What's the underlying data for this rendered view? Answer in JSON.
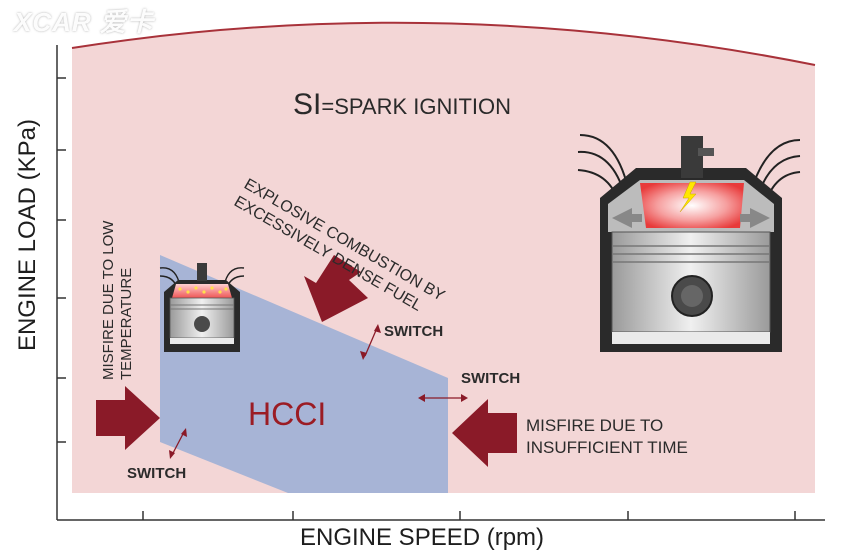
{
  "watermark": "XCAR 爱卡",
  "axes": {
    "y_label": "ENGINE LOAD (KPa)",
    "x_label": "ENGINE SPEED (rpm)"
  },
  "regions": {
    "si_prefix": "SI",
    "si_rest": "=SPARK IGNITION",
    "hcci": "HCCI"
  },
  "annotations": {
    "explosive": "EXPLOSIVE COMBUSTION BY EXCESSIVELY DENSE FUEL",
    "misfire_low_temp": "MISFIRE DUE TO LOW TEMPERATURE",
    "misfire_time": "MISFIRE DUE TO INSUFFICIENT TIME",
    "switch_1": "SWITCH",
    "switch_2": "SWITCH",
    "switch_3": "SWITCH"
  },
  "colors": {
    "si_region": "#f3d6d6",
    "si_border": "#a8323a",
    "hcci_region": "#a7b4d6",
    "arrow": "#8a1a28",
    "hcci_text": "#9b1c24"
  }
}
